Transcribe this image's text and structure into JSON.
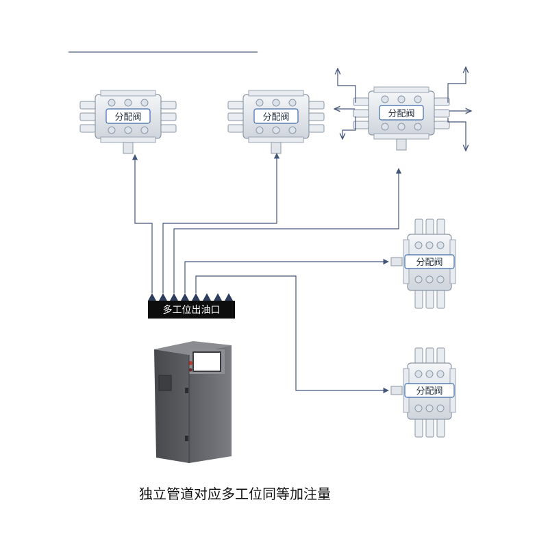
{
  "header_rule_color": "#4a5d7e",
  "line_color": "#44557a",
  "valve_label": "分配阀",
  "outlet_label": "多工位出油口",
  "caption": "独立管道对应多工位同等加注量",
  "cabinet": {
    "body_color": "#6c6e73",
    "screen_color": "#ffffff",
    "panel_icons": [
      "stop-button",
      "indicator-light"
    ]
  },
  "valves": [
    {
      "id": "valve-top-left",
      "orientation": "horizontal"
    },
    {
      "id": "valve-top-middle",
      "orientation": "horizontal"
    },
    {
      "id": "valve-top-right",
      "orientation": "horizontal",
      "has_outlet_arrows": true
    },
    {
      "id": "valve-mid-right",
      "orientation": "vertical"
    },
    {
      "id": "valve-bottom-right",
      "orientation": "vertical"
    }
  ]
}
